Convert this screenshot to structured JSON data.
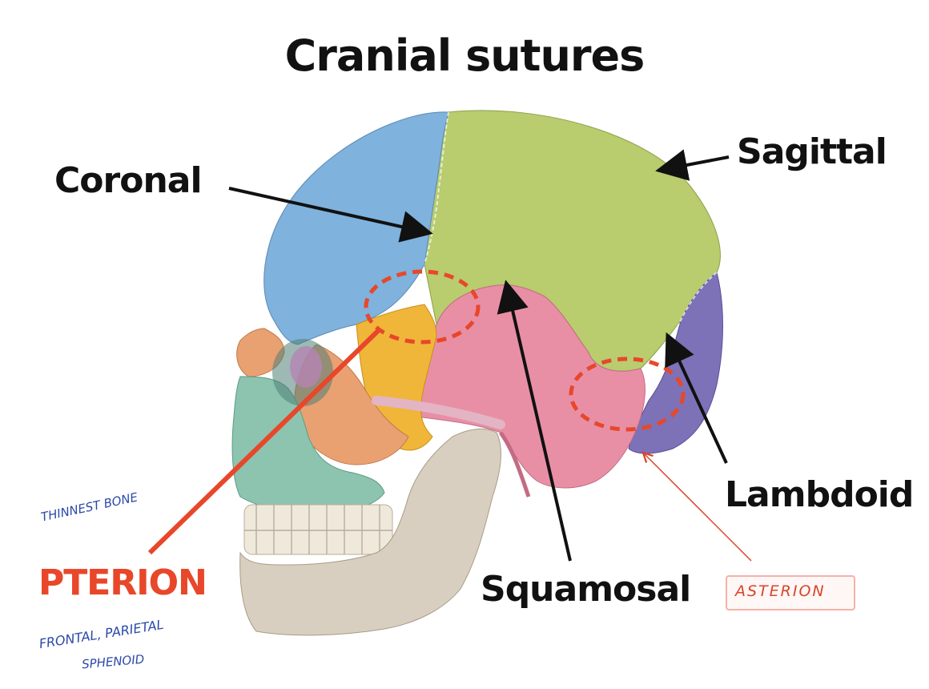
{
  "title": "Cranial sutures",
  "labels": {
    "coronal": "Coronal",
    "sagittal": "Sagittal",
    "lambdoid": "Lambdoid",
    "squamosal": "Squamosal",
    "pterion": "PTERION",
    "asterion": "ASTERION"
  },
  "notes": {
    "thinnest": "THINNEST BONE",
    "frontal_parietal": "FRONTAL, PARIETAL",
    "sphenoid": "SPHENOID"
  },
  "colors": {
    "frontal_bone": "#7fb2dc",
    "parietal_bone": "#b9cc6e",
    "occipital_bone": "#7d72b8",
    "temporal_bone": "#e88fa6",
    "sphenoid_bone": "#f0b63a",
    "zygomatic_bone": "#e9a172",
    "maxilla_mandible": "#d8cfc0",
    "nasal_area": "#8cc4b0",
    "pterion_accent": "#e8472a",
    "asterion_accent": "#d9442a",
    "arrow": "#111111",
    "handwriting": "#2a49a8"
  }
}
